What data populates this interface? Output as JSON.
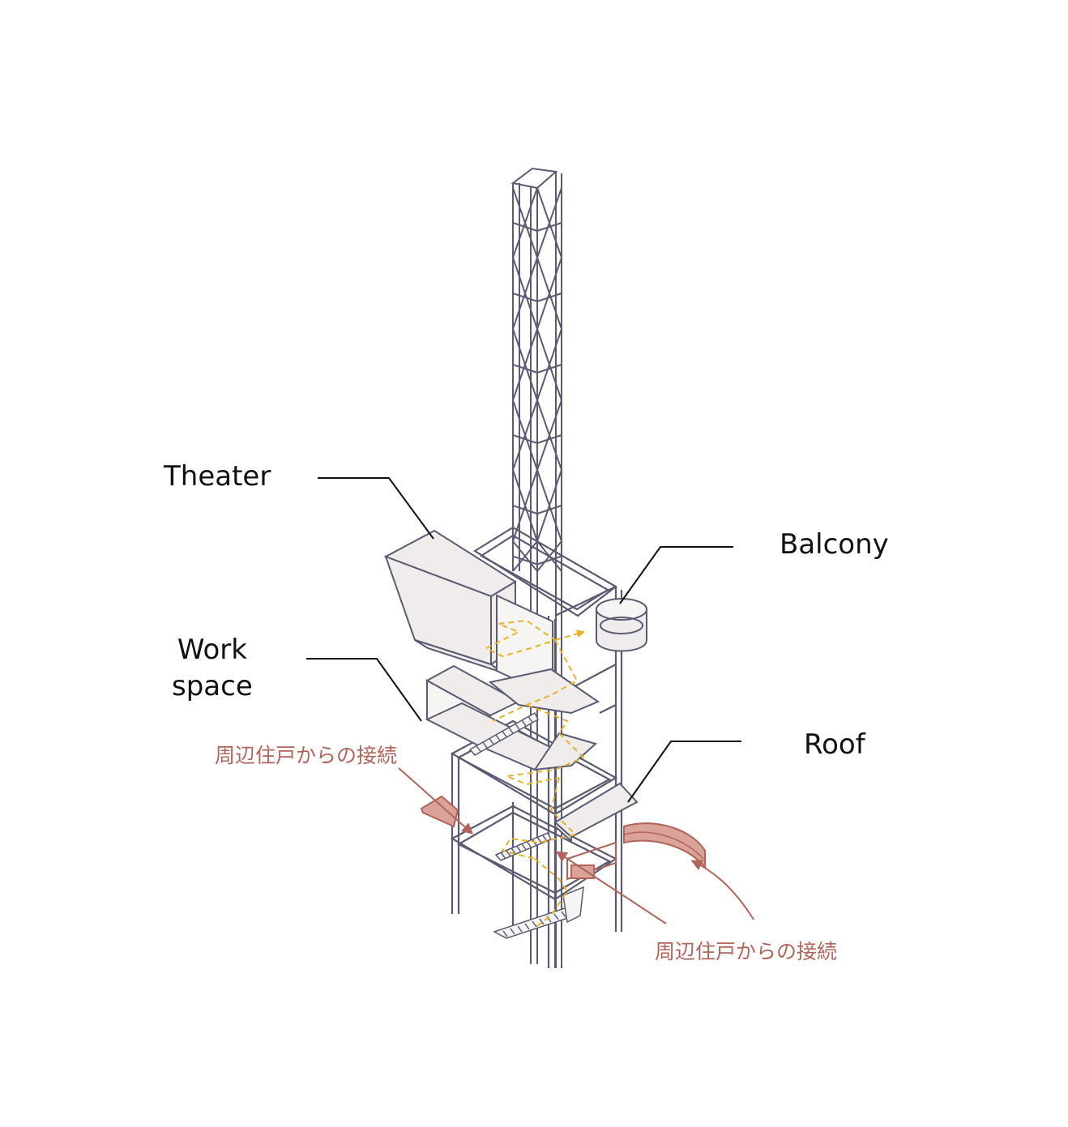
{
  "labels": {
    "theater": "Theater",
    "balcony": "Balcony",
    "workspace": "Work\nspace",
    "roof": "Roof",
    "connection_left": "周辺住戸からの接続",
    "connection_right": "周辺住戸からの接続"
  },
  "colors": {
    "line": "#5a5a72",
    "panel_fill": "#efeceb",
    "route_dash": "#e7b228",
    "connection": "#b3645a",
    "connection_fill": "#d9a39a",
    "leader": "#111111"
  },
  "icons": [
    "lattice-tower",
    "stair-icon",
    "route-arrow-icon",
    "connection-arrow-icon"
  ]
}
